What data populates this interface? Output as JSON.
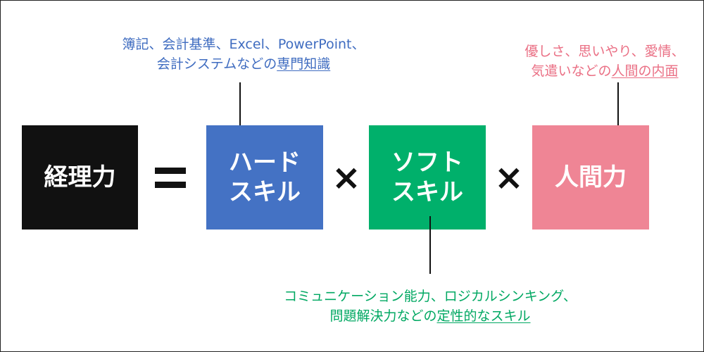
{
  "colors": {
    "keiri": "#111111",
    "hard": "#4472c4",
    "soft": "#00b06b",
    "human": "#ef8595",
    "hard_text": "#3f6cc0",
    "soft_text": "#00a862",
    "human_text": "#ea6f84"
  },
  "boxes": {
    "keiri": "経理力",
    "hard_l1": "ハード",
    "hard_l2": "スキル",
    "soft_l1": "ソフト",
    "soft_l2": "スキル",
    "human": "人間力"
  },
  "operators": {
    "times1": "×",
    "times2": "×"
  },
  "notes": {
    "hard_l1": "簿記、会計基準、Excel、PowerPoint、",
    "hard_l2_pre": "会計システムなどの",
    "hard_l2_ul": "専門知識",
    "human_l1": "優しさ、思いやり、愛情、",
    "human_l2_pre": "気遣いなどの",
    "human_l2_ul": "人間の内面",
    "soft_l1": "コミュニケーション能力、ロジカルシンキング、",
    "soft_l2_pre": "問題解決力などの",
    "soft_l2_ul": "定性的なスキル"
  }
}
